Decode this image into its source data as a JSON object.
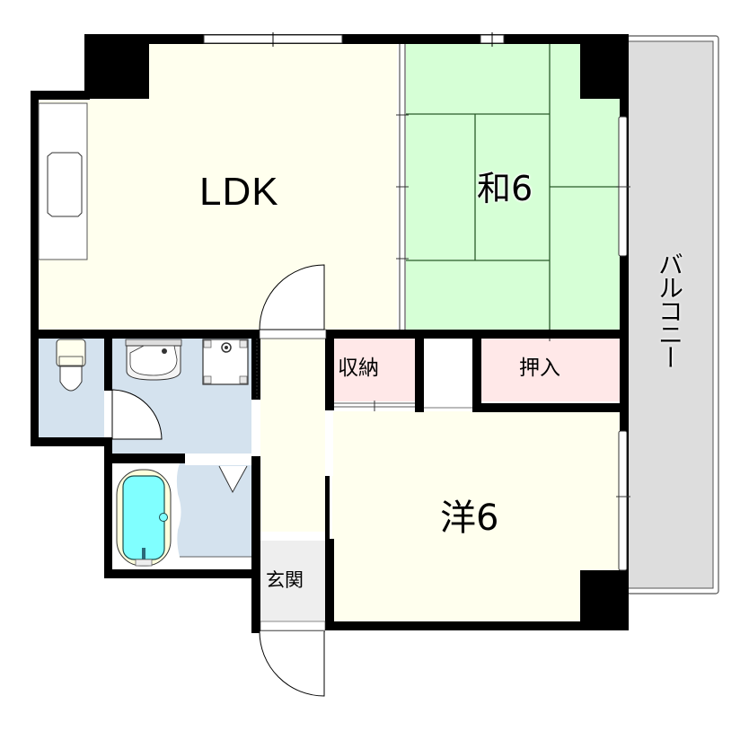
{
  "floor_plan": {
    "rooms": [
      {
        "id": "ldk",
        "label": "LDK",
        "type": "living-dining-kitchen",
        "floor": "western",
        "color": "#FFFFEE"
      },
      {
        "id": "washitsu",
        "label": "和6",
        "type": "japanese-tatami-room",
        "size_jo": 6,
        "color": "#D6FFD6"
      },
      {
        "id": "yoshitsu",
        "label": "洋6",
        "type": "western-room",
        "size_jo": 6,
        "color": "#FFFFEE"
      },
      {
        "id": "shuno",
        "label": "収納",
        "type": "storage",
        "color": "#FFE8E8"
      },
      {
        "id": "oshiire",
        "label": "押入",
        "type": "closet",
        "color": "#FFE8E8"
      },
      {
        "id": "genkan",
        "label": "玄関",
        "type": "entrance",
        "color": "#EEEEEE"
      },
      {
        "id": "balcony",
        "label": "バルコニー",
        "type": "balcony",
        "color": "#DDDDDD"
      },
      {
        "id": "toilet",
        "label": "",
        "type": "toilet",
        "color": "#D4E2EE"
      },
      {
        "id": "washroom",
        "label": "",
        "type": "washroom",
        "color": "#D4E2EE"
      },
      {
        "id": "bathroom",
        "label": "",
        "type": "bathroom",
        "color": "#D4E2EE"
      },
      {
        "id": "hallway",
        "label": "",
        "type": "hallway",
        "color": "#FFFFEE"
      }
    ],
    "fixtures": [
      "kitchen-counter",
      "sink",
      "toilet",
      "washbasin",
      "washing-machine-pan",
      "bathtub"
    ],
    "colors": {
      "wall": "#000000",
      "bathtub_water": "#80FFFF",
      "bathtub_rim": "#FFFFDD",
      "tatami_line": "#2A5A2A"
    }
  }
}
